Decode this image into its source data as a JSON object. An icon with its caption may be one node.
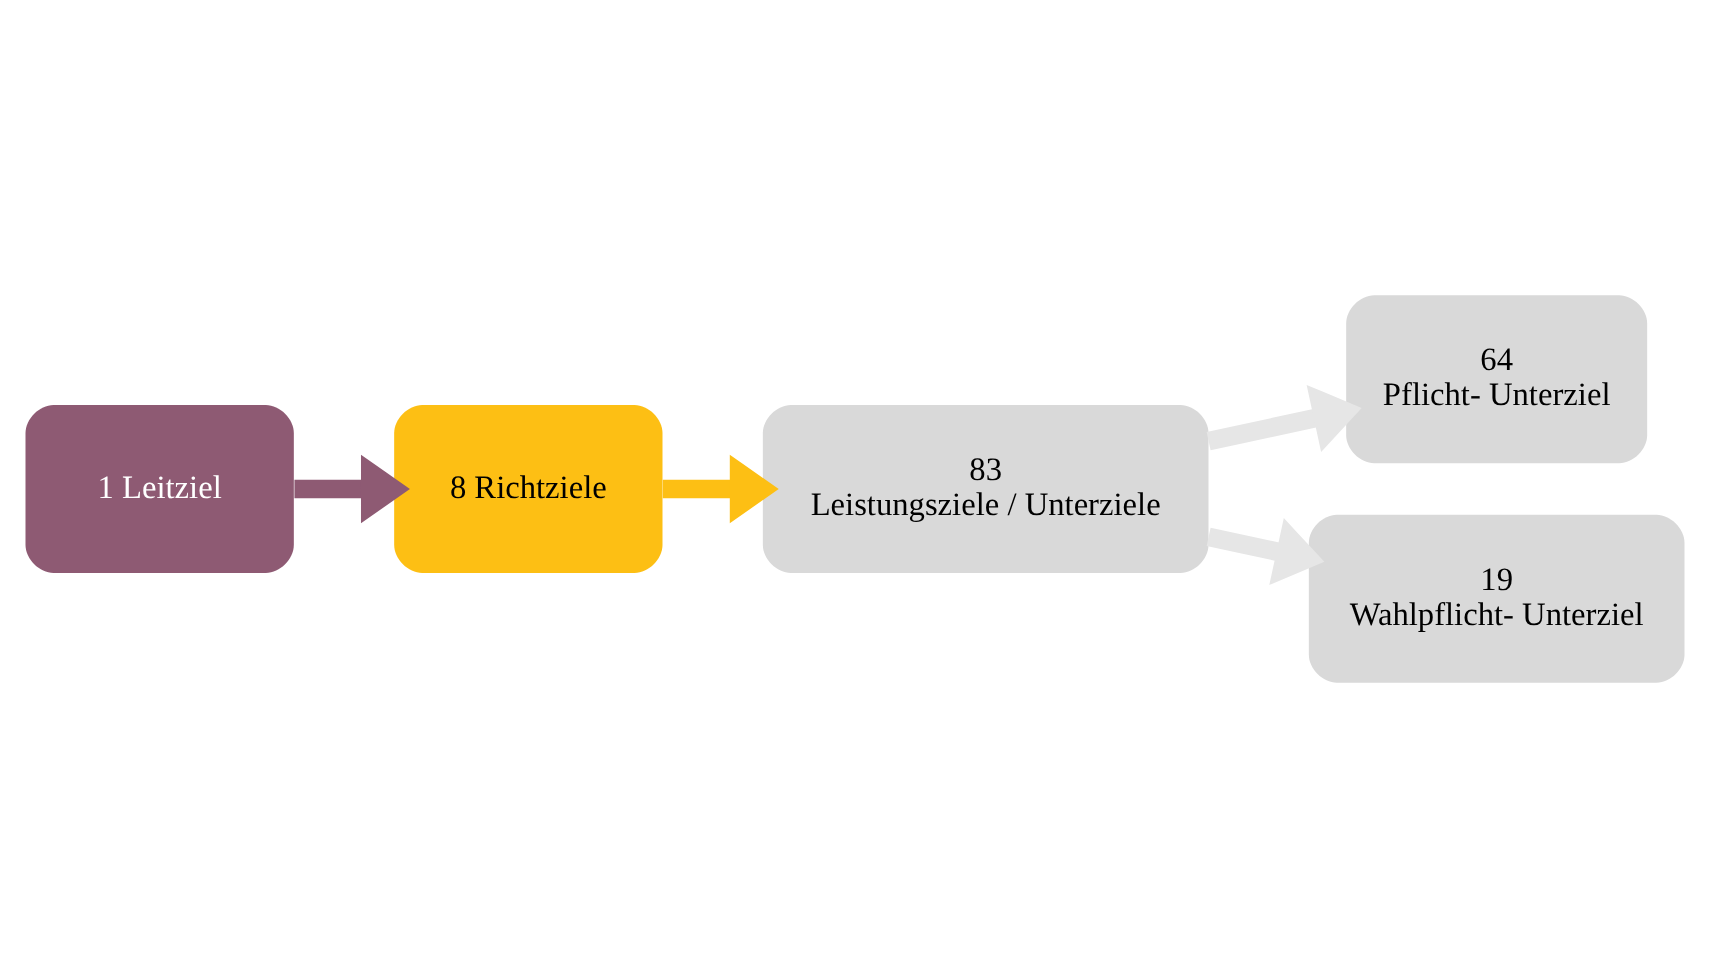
{
  "diagram": {
    "nodes": [
      {
        "text": [
          "1 Leitziel"
        ]
      },
      {
        "text": [
          "8 Richtziele"
        ]
      },
      {
        "text": [
          "83",
          "Leistungsziele / Unterziele"
        ]
      },
      {
        "text": [
          "64",
          "Pflicht- Unterziel"
        ]
      },
      {
        "text": [
          "19",
          "Wahlpflicht- Unterziel"
        ]
      }
    ],
    "edges": [
      {
        "from": 0,
        "to": 1,
        "arrow": "to",
        "color": "#8e5a73"
      },
      {
        "from": 1,
        "to": 2,
        "arrow": "to",
        "color": "#fdbf14"
      },
      {
        "from": 2,
        "to": 3,
        "arrow": "to"
      },
      {
        "from": 2,
        "to": 4,
        "arrow": "to"
      }
    ]
  }
}
